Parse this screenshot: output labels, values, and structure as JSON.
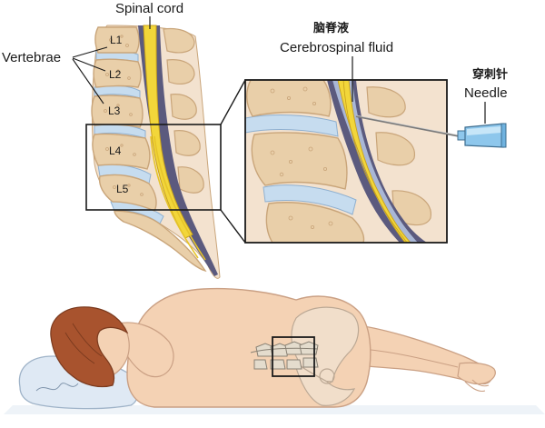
{
  "labels": {
    "spinal_cord": "Spinal cord",
    "vertebrae": "Vertebrae",
    "csf_cn": "脑脊液",
    "csf_en": "Cerebrospinal fluid",
    "needle_cn": "穿刺针",
    "needle_en": "Needle"
  },
  "vertebra_labels": [
    "L1",
    "L2",
    "L3",
    "L4",
    "L5"
  ],
  "colors": {
    "bone": "#e9cfa9",
    "bone_edge": "#c9a57a",
    "disc": "#c6dcef",
    "cord": "#f2d63a",
    "cord_edge": "#c9a21c",
    "canal": "#5b5a7e",
    "skin": "#f4d2b4",
    "skin_edge": "#caa084",
    "hair": "#a8532e",
    "pillow": "#dfe9f4",
    "needle_hub": "#8ec7ec"
  }
}
